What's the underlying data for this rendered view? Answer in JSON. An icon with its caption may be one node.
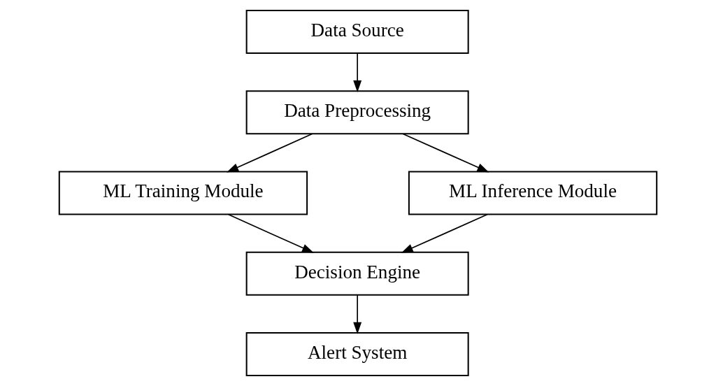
{
  "diagram": {
    "nodes": [
      {
        "text": [
          "Data Source"
        ]
      },
      {
        "text": [
          "Data Preprocessing"
        ]
      },
      {
        "text": [
          "ML Training Module"
        ]
      },
      {
        "text": [
          "ML Inference Module"
        ]
      },
      {
        "text": [
          "Decision Engine"
        ]
      },
      {
        "text": [
          "Alert System"
        ]
      }
    ],
    "edges": [
      {
        "from": 0,
        "to": 1,
        "arrow": "to"
      },
      {
        "from": 1,
        "to": 2,
        "arrow": "to"
      },
      {
        "from": 1,
        "to": 3,
        "arrow": "to"
      },
      {
        "from": 2,
        "to": 4,
        "arrow": "to"
      },
      {
        "from": 3,
        "to": 4,
        "arrow": "to"
      },
      {
        "from": 4,
        "to": 5,
        "arrow": "to"
      }
    ]
  }
}
